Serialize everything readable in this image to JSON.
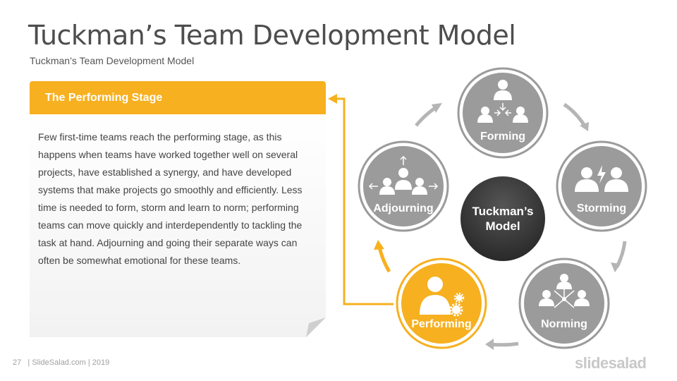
{
  "slide": {
    "title": "Tuckman’s Team Development Model",
    "subtitle": "Tuckman’s Team Development Model"
  },
  "panel": {
    "header": "The Performing Stage",
    "body": "Few first-time teams reach the performing stage, as this happens when teams have worked together well on several projects, have established a synergy, and have developed systems that make projects go smoothly and efficiently. Less time is needed to form, storm and learn to norm; performing teams can move quickly and interdependently to tackling the task at hand. Adjourning and going their separate ways can often be somewhat emotional for these teams."
  },
  "diagram": {
    "center_line1": "Tuckman’s",
    "center_line2": "Model",
    "stages": [
      "Forming",
      "Storming",
      "Norming",
      "Performing",
      "Adjourning"
    ],
    "active_stage": "Performing"
  },
  "footer": {
    "page": "27",
    "text": "| SlideSalad.com | 2019"
  },
  "logo": {
    "text": "slidesalad"
  },
  "colors": {
    "accent": "#f7b020",
    "node_gray": "#9b9b9b",
    "center_dark": "#3a3a3a",
    "arrow_gray": "#b5b5b5"
  }
}
